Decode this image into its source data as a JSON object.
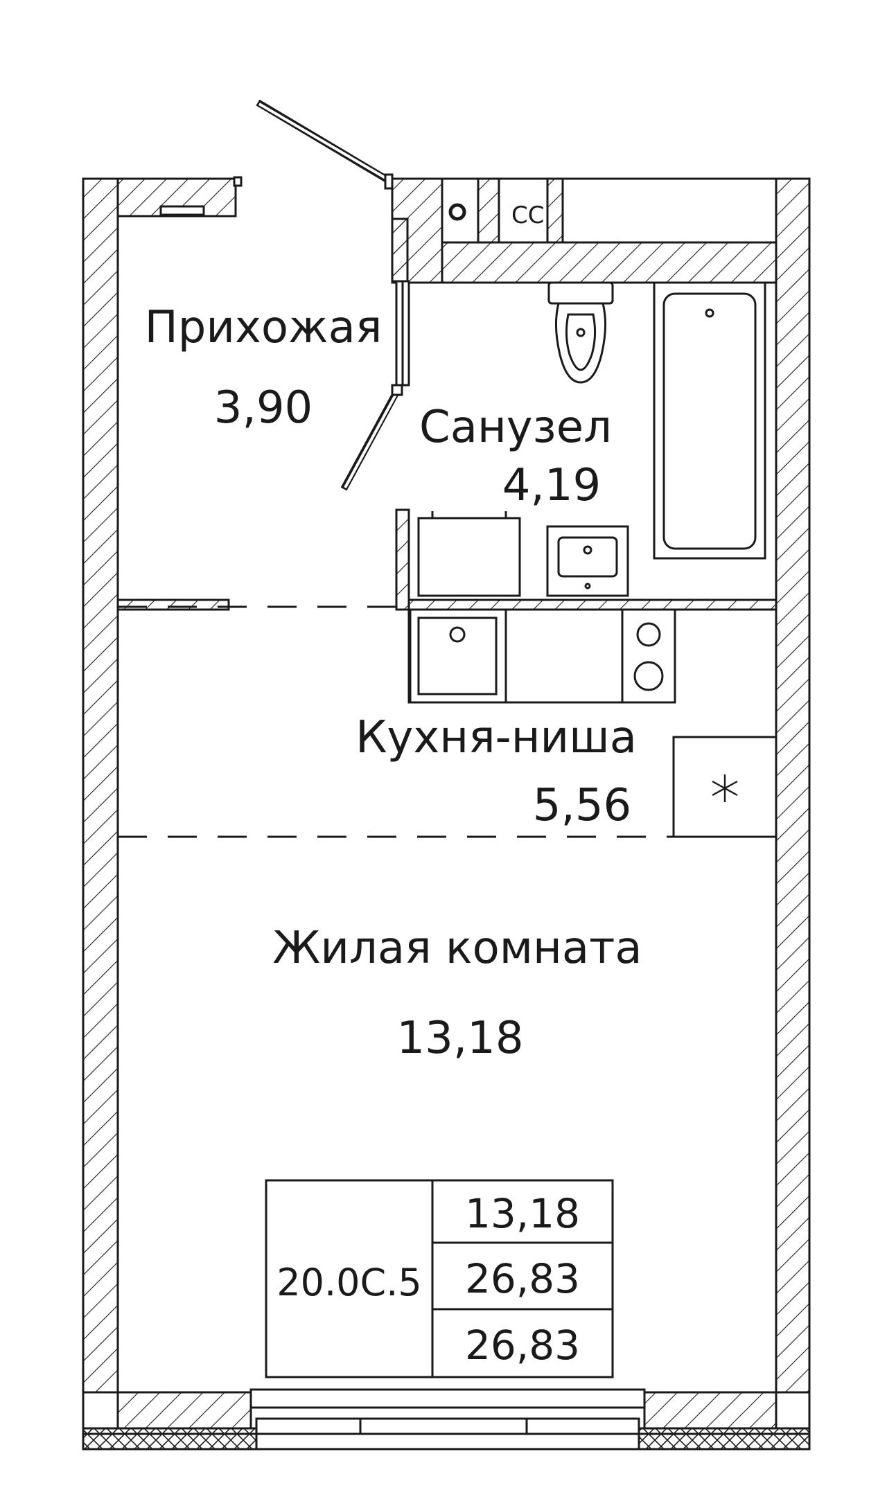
{
  "rooms": {
    "hallway": {
      "name": "Прихожая",
      "area": "3,90"
    },
    "bathroom": {
      "name": "Санузел",
      "area": "4,19",
      "shaft_label": "СС"
    },
    "kitchen": {
      "name": "Кухня-ниша",
      "area": "5,56"
    },
    "living": {
      "name": "Жилая комната",
      "area": "13,18"
    }
  },
  "summary": {
    "apartment_code": "20.0С.5",
    "living_area": "13,18",
    "total_area": "26,83",
    "total_area_with_balcony": "26,83"
  },
  "colors": {
    "line": "#1a1a1a",
    "background": "#ffffff"
  }
}
